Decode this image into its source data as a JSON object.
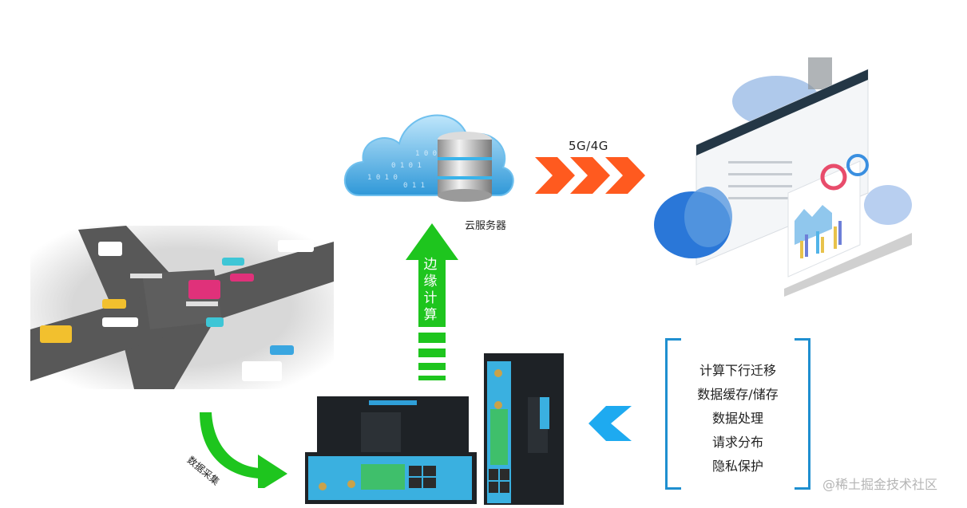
{
  "diagram": {
    "cloud_server": {
      "label": "云服务器",
      "icon": "cloud-database-icon"
    },
    "network": {
      "label": "5G/4G",
      "icon": "chevron-right-triple-icon",
      "color": "#ff5a1f"
    },
    "edge_computing": {
      "label_chars": [
        "边",
        "缘",
        "计",
        "算"
      ],
      "icon": "arrow-up-icon",
      "color": "#1ec51e"
    },
    "data_collection": {
      "label": "数据采集",
      "icon": "curved-arrow-icon",
      "color": "#1ec51e"
    },
    "scene": {
      "name": "traffic-intersection",
      "icon": "intersection-illustration"
    },
    "dashboard": {
      "name": "cloud-dashboard-platform",
      "icon": "dashboard-illustration"
    },
    "devices": [
      {
        "name": "edge-gateway-horizontal"
      },
      {
        "name": "edge-gateway-vertical"
      }
    ],
    "return_arrow": {
      "icon": "chevron-left-icon",
      "color": "#1eaaf0"
    },
    "features": {
      "bracket_color": "#1f8fd0",
      "items": [
        "计算下行迁移",
        "数据缓存/储存",
        "数据处理",
        "请求分布",
        "隐私保护"
      ]
    }
  },
  "watermark": "@稀土掘金技术社区"
}
